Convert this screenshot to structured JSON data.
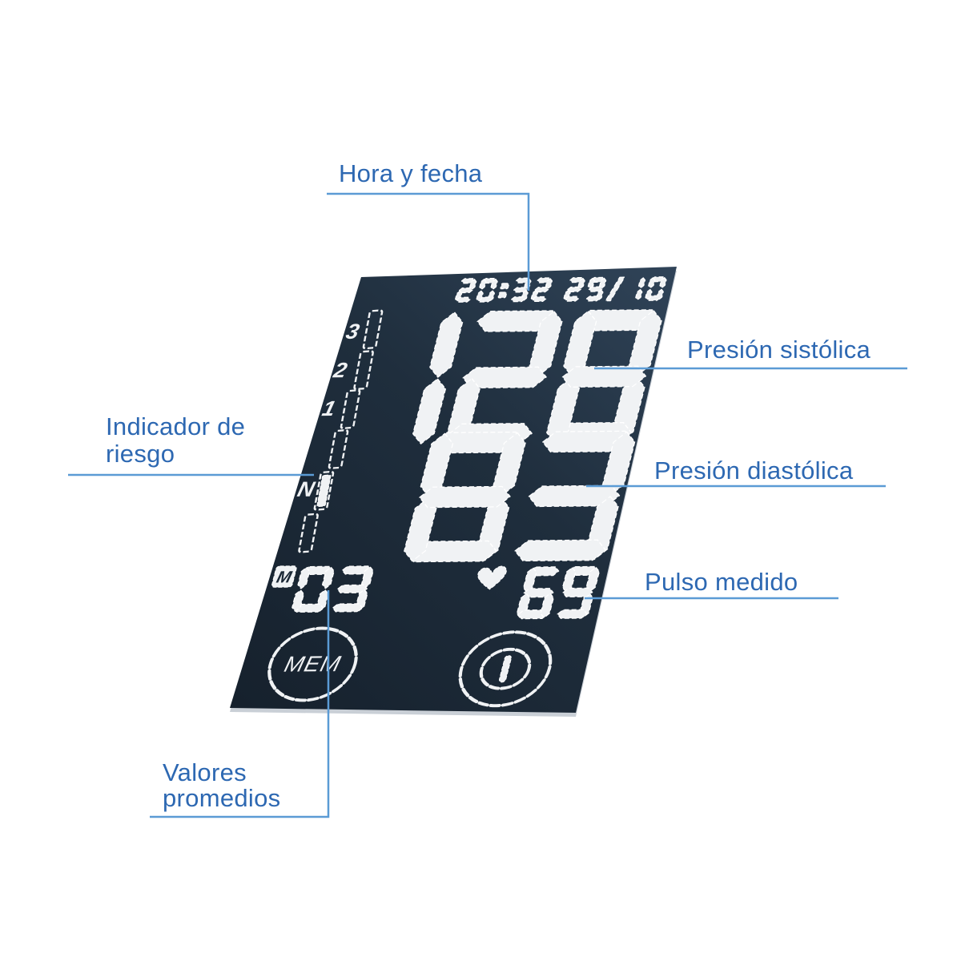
{
  "figure": {
    "annotations": {
      "time_date": "Hora y fecha",
      "systolic": "Presión sistólica",
      "diastolic": "Presión diastólica",
      "pulse": "Pulso medido",
      "risk_line1": "Indicador de",
      "risk_line2": "riesgo",
      "averages_line1": "Valores",
      "averages_line2": "promedios"
    },
    "display": {
      "time": "20:32",
      "date": "29/10",
      "systolic": "128",
      "diastolic": "83",
      "pulse": "69",
      "memory_marker": "M",
      "memory_count": "03",
      "mem_button": "MEM",
      "risk_scale": [
        "3",
        "2",
        "1",
        "N"
      ],
      "risk_active_level": "N"
    },
    "colors": {
      "annotation_text": "#2d68b2",
      "leader_line": "#5b9bd5",
      "panel_dark": "#16212d",
      "panel_mid": "#1f2e3d",
      "panel_light": "#31455a",
      "lcd_segments": "#f0f2f4",
      "edge_shadow": "#c9cfd6"
    }
  }
}
